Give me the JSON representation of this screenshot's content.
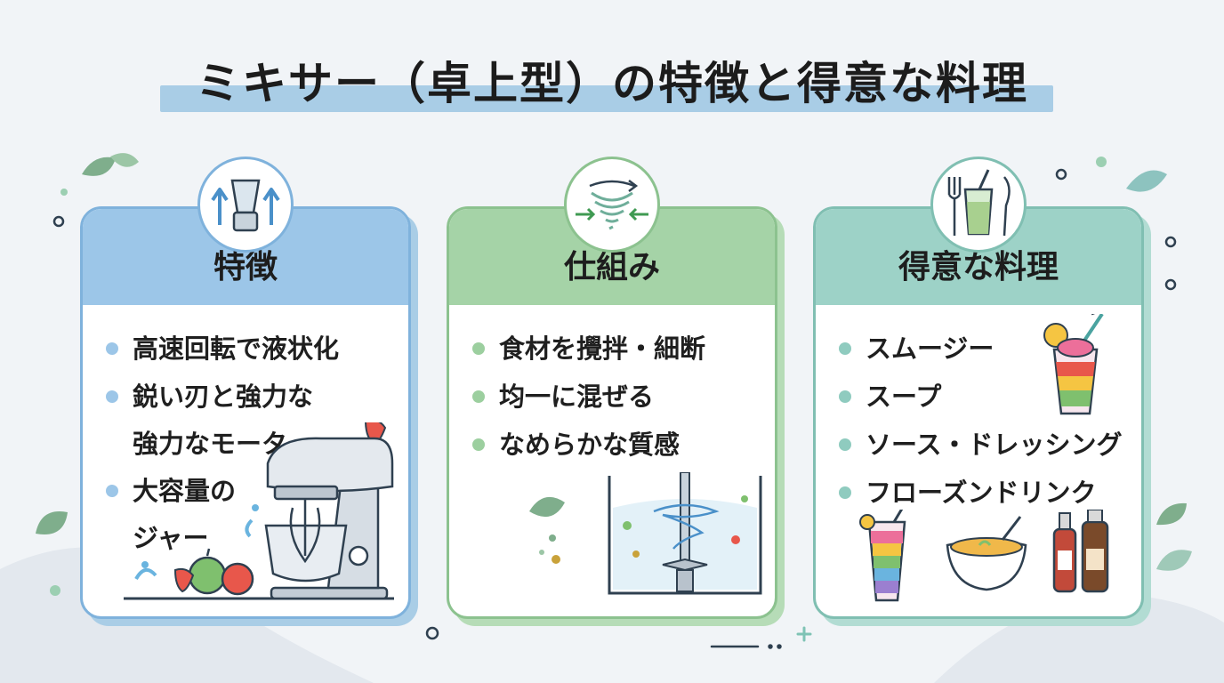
{
  "title": "ミキサー（卓上型）の特徴と得意な料理",
  "colors": {
    "blue": "#8fbfe6",
    "green": "#9ccf9f",
    "teal": "#8fcbbf",
    "title_underline": "#a9cde6"
  },
  "cards": [
    {
      "heading": "特徴",
      "icon": "blender-arrows-icon",
      "items": [
        "高速回転で液状化",
        "鋭い刃と強力な",
        "強力なモーター",
        "大容量の"
      ],
      "continuations": {
        "1": "強力なモーター",
        "3": "ジャー"
      }
    },
    {
      "heading": "仕組み",
      "icon": "vortex-icon",
      "items": [
        "食材を攪拌・細断",
        "均一に混ぜる",
        "なめらかな質感"
      ]
    },
    {
      "heading": "得意な料理",
      "icon": "fork-drink-knife-icon",
      "items": [
        "スムージー",
        "スープ",
        "ソース・ドレッシング",
        "フローズンドリンク"
      ]
    }
  ]
}
